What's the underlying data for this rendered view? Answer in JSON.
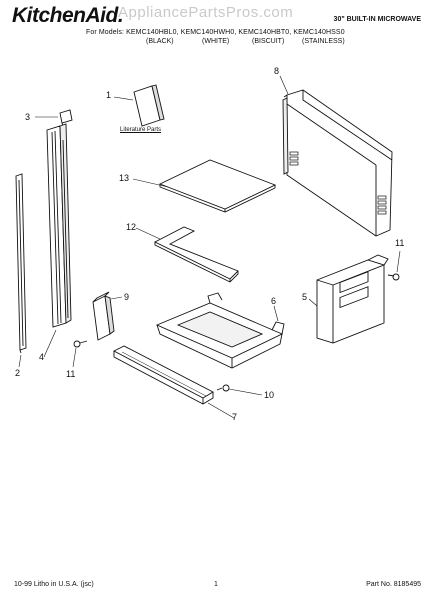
{
  "header": {
    "brand_logo": "KitchenAid.",
    "watermark": "AppliancePartsPros.com",
    "product": "30\" BUILT-IN MICROWAVE",
    "models_line": "For Models: KEMC140HBL0, KEMC140HWH0, KEMC140HBT0, KEMC140HSS0",
    "colors": [
      "(BLACK)",
      "(WHITE)",
      "(BISCUIT)",
      "(STAINLESS)"
    ]
  },
  "diagram": {
    "callouts": [
      "1",
      "2",
      "3",
      "4",
      "5",
      "6",
      "7",
      "8",
      "9",
      "10",
      "11",
      "11",
      "12",
      "13"
    ],
    "literature_label": "Literature Parts"
  },
  "footer": {
    "litho": "10-99 Litho in U.S.A. (jsc)",
    "page": "1",
    "part_no": "Part No. 8185495"
  }
}
